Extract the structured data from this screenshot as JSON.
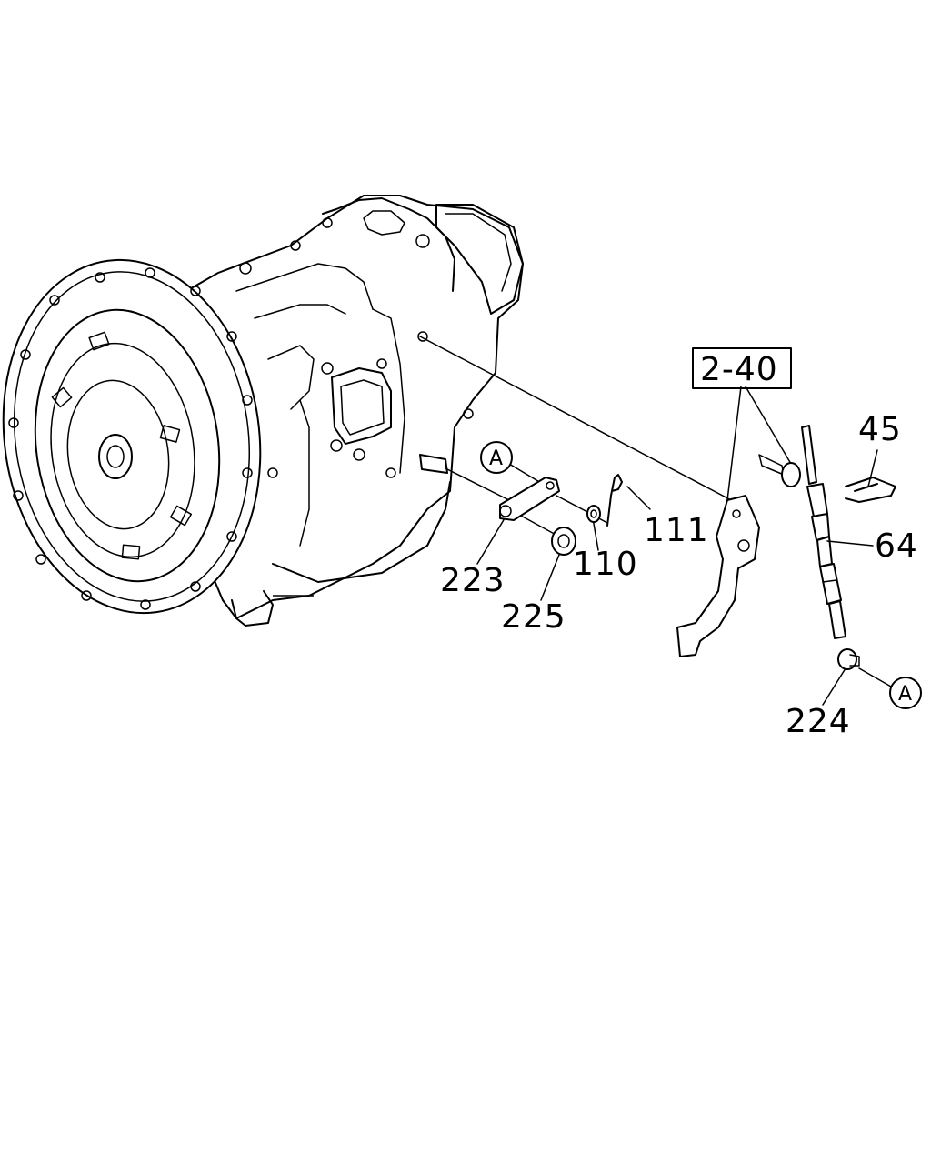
{
  "callouts": {
    "ref_2_40": "2-40",
    "part_45": "45",
    "part_64": "64",
    "part_111": "111",
    "part_110": "110",
    "part_223": "223",
    "part_225": "225",
    "part_224": "224"
  },
  "markers": {
    "a_top": "A",
    "a_bottom": "A"
  }
}
